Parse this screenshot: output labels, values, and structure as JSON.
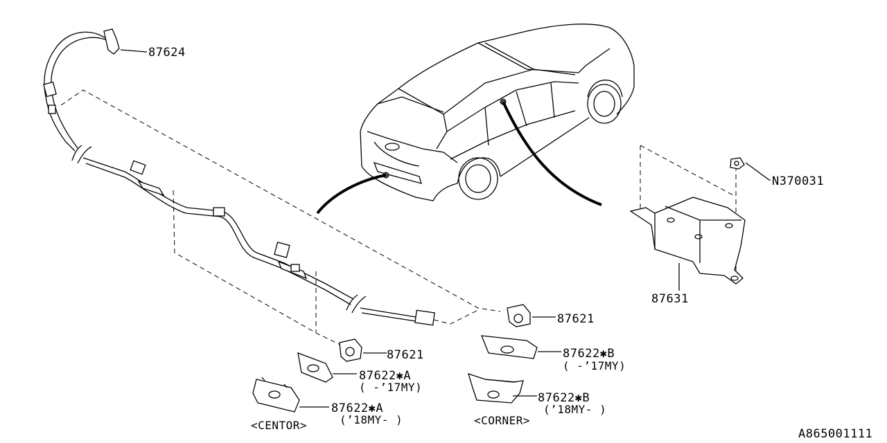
{
  "diagram": {
    "labels": {
      "harness": "87624",
      "sensor_upper": "87621",
      "sensor_lower": "87621",
      "cover_b_old": "87622✱B",
      "cover_b_old_note": "(  -’17MY)",
      "cover_a_old": "87622✱A",
      "cover_a_old_note": "(  -’17MY)",
      "cover_a_new": "87622✱A",
      "cover_a_new_note": "(’18MY-  )",
      "cover_b_new": "87622✱B",
      "cover_b_new_note": "(’18MY-  )",
      "nut": "N370031",
      "module": "87631",
      "centor": "<CENTOR>",
      "corner": "<CORNER>",
      "ref_code": "A865001111"
    }
  }
}
